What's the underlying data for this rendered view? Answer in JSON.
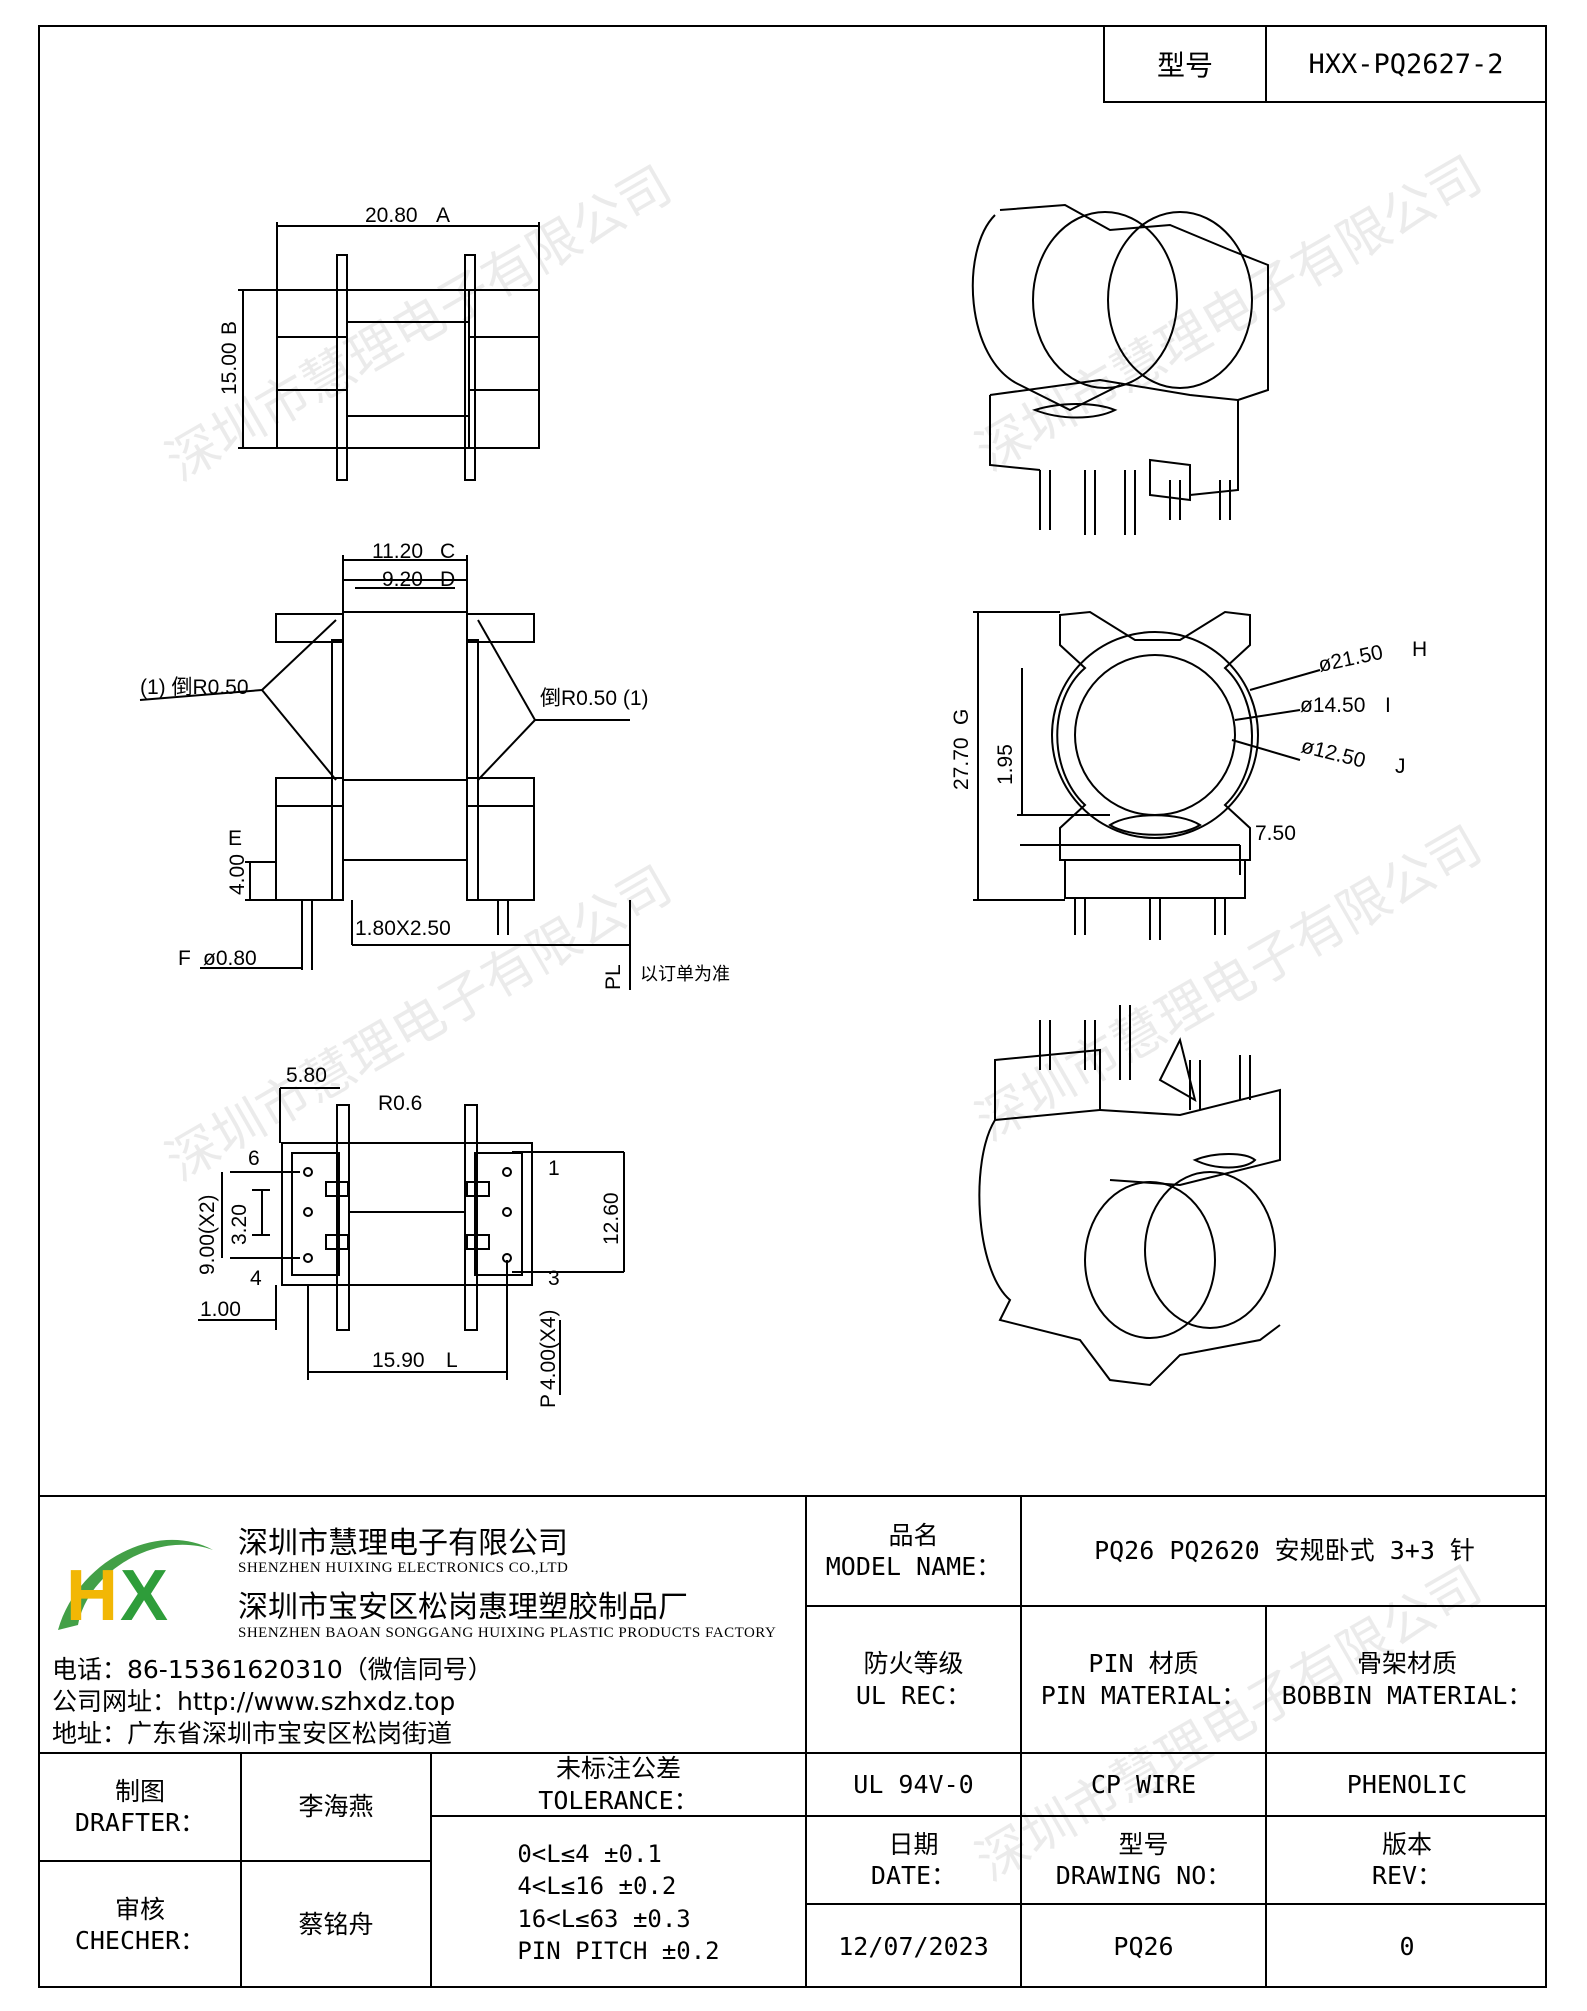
{
  "header": {
    "model_label": "型号",
    "model_value": "HXX-PQ2627-2"
  },
  "dimensions": {
    "a": "20.80",
    "b": "15.00",
    "c": "11.20",
    "d": "9.20",
    "chamfer_left": "(1) 倒R0.50",
    "chamfer_right": "倒R0.50 (1)",
    "e": "4.00",
    "pin_section": "1.80X2.50",
    "f": "ø0.80",
    "pl": "PL",
    "pl_note": "以订单为准",
    "g": "27.70",
    "h": "ø21.50",
    "i": "ø14.50",
    "j": "ø12.50",
    "d195": "1.95",
    "d750": "7.50",
    "d580": "5.80",
    "r06": "R0.6",
    "d900": "9.00(X2)",
    "d320": "3.20",
    "d1260": "12.60",
    "d100": "1.00",
    "l": "15.90",
    "pitch": "4.00(X4)",
    "letters": {
      "a": "A",
      "b": "B",
      "c": "C",
      "d": "D",
      "e": "E",
      "f": "F",
      "g": "G",
      "h": "H",
      "i": "I",
      "j": "J",
      "l": "L",
      "p": "P"
    },
    "pins": {
      "p1": "1",
      "p3": "3",
      "p4": "4",
      "p6": "6"
    }
  },
  "watermark": "深圳市慧理电子有限公司",
  "logo": {
    "text": "HX",
    "colors": {
      "h": "#f2b705",
      "x": "#2e9d3a",
      "swoosh": "#43a047"
    }
  },
  "company": {
    "name_cn": "深圳市慧理电子有限公司",
    "name_en": "SHENZHEN HUIXING ELECTRONICS CO.,LTD",
    "factory_cn": "深圳市宝安区松岗惠理塑胶制品厂",
    "factory_en": "SHENZHEN BAOAN SONGGANG HUIXING PLASTIC PRODUCTS FACTORY",
    "phone": "电话：86-15361620310（微信同号）",
    "website": "公司网址：http://www.szhxdz.top",
    "address": "地址：广东省深圳市宝安区松岗街道"
  },
  "title_block": {
    "model_name_cn": "品名",
    "model_name_en": "MODEL NAME：",
    "model_name_value": "PQ26 PQ2620 安规卧式 3+3 针",
    "ul_cn": "防火等级",
    "ul_en": "UL REC：",
    "pin_cn": "PIN 材质",
    "pin_en": "PIN MATERIAL：",
    "bobbin_cn": "骨架材质",
    "bobbin_en": "BOBBIN MATERIAL：",
    "ul_value": "UL 94V-0",
    "pin_value": "CP WIRE",
    "bobbin_value": "PHENOLIC",
    "drafter_cn": "制图",
    "drafter_en": "DRAFTER：",
    "drafter_value": "李海燕",
    "checker_cn": "审核",
    "checker_en": "CHECHER：",
    "checker_value": "蔡铭舟",
    "tolerance_cn": "未标注公差",
    "tolerance_en": "TOLERANCE：",
    "tolerances": [
      "0<L≤4  ±0.1",
      "4<L≤16 ±0.2",
      "16<L≤63 ±0.3",
      "PIN PITCH ±0.2"
    ],
    "date_cn": "日期",
    "date_en": "DATE：",
    "drawing_cn": "型号",
    "drawing_en": "DRAWING NO：",
    "rev_cn": "版本",
    "rev_en": "REV：",
    "date_value": "12/07/2023",
    "drawing_value": "PQ26",
    "rev_value": "0"
  }
}
